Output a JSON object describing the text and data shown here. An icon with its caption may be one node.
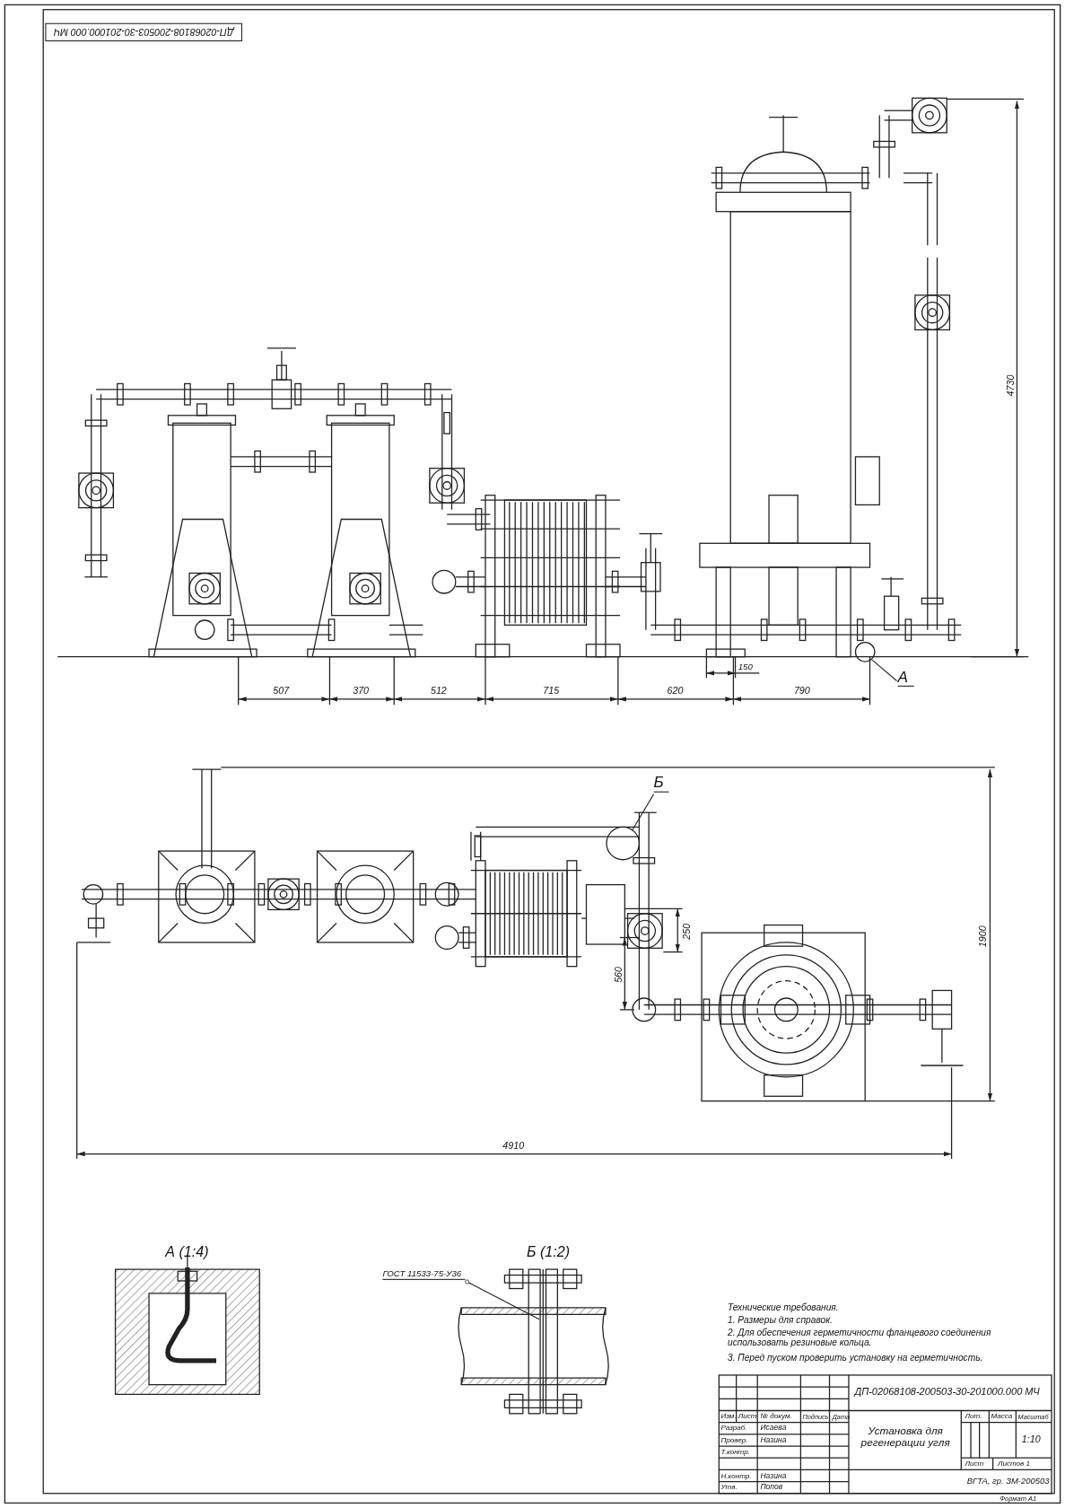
{
  "diagram": {
    "nodes": [
      {
        "text": [
          "А"
        ]
      },
      {
        "text": [],
        "shape": "circle"
      },
      {
        "text": [
          "Б"
        ]
      },
      {
        "text": [],
        "shape": "circle"
      },
      {
        "text": [
          "ГОСТ 11533-75-У36"
        ]
      }
    ],
    "edges": [
      {
        "from": 0,
        "to": 1,
        "arrow": "none"
      },
      {
        "from": 2,
        "to": 3,
        "arrow": "none"
      },
      {
        "from": 4,
        "to": null,
        "arrow": "other"
      }
    ],
    "labels": [
      "ДП-02068108-200503-30-201000.000 МЧ",
      "4730",
      "150",
      "507",
      "370",
      "512",
      "715",
      "620",
      "790",
      "250",
      "1900",
      "560",
      "4910",
      "А (1:4)",
      "Б (1:2)",
      "Технические требования.",
      "1. Размеры для справок.",
      "2. Для обеспечения герметичности фланцевого соединения использовать резиновые кольца.",
      "3. Перед пуском проверить установку на герметичность.",
      "ДП-02068108-200503-30-201000.000 МЧ",
      "Изм.",
      "Лист",
      "№ докум.",
      "Подпись",
      "Дата",
      "Лит.",
      "Масса",
      "Масштаб",
      "Установка для регенерации угля",
      "Разраб.",
      "Исаева",
      "Провер.",
      "Назина",
      "1:10",
      "Т.контр.",
      "Лист",
      "Листов 1",
      "Н.контр.",
      "Назина",
      "ВГТА, гр. ЗМ-200503",
      "Утв.",
      "Попов",
      "Формат А1"
    ]
  }
}
